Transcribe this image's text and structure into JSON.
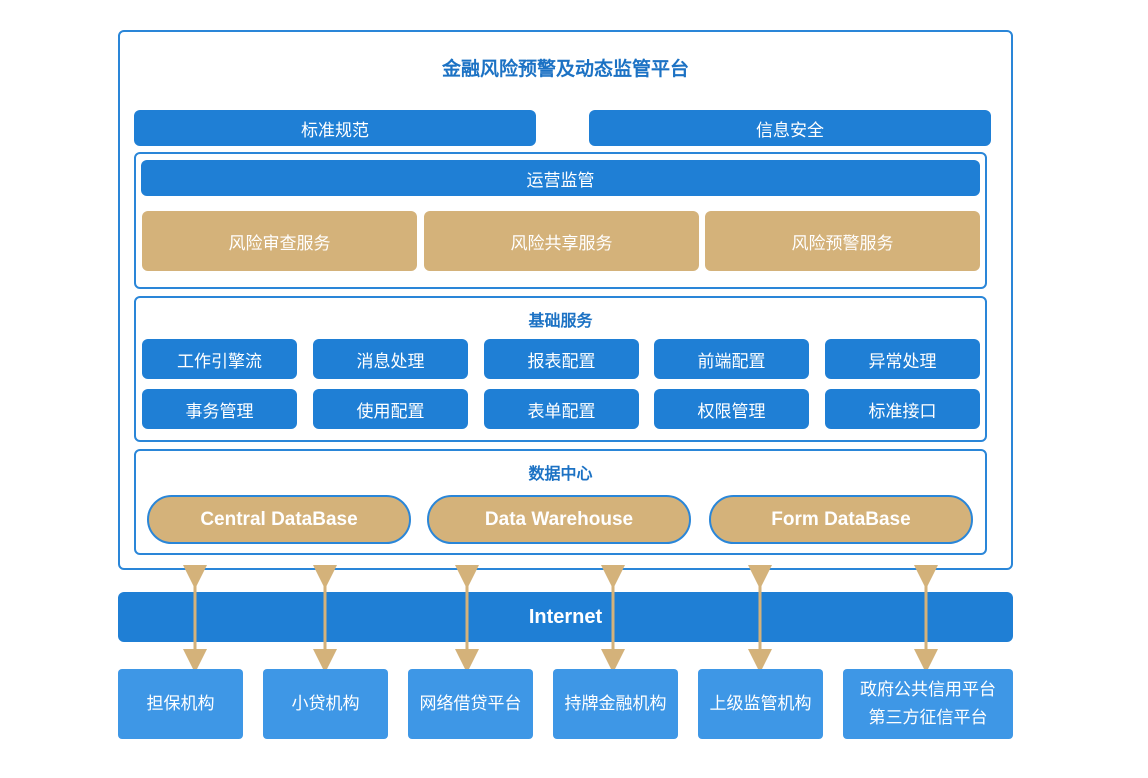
{
  "platform_title": "金融风险预警及动态监管平台",
  "top_bars": [
    "标准规范",
    "信息安全"
  ],
  "operations": {
    "title": "运营监管",
    "services": [
      "风险审查服务",
      "风险共享服务",
      "风险预警服务"
    ]
  },
  "basic_services": {
    "title": "基础服务",
    "items": [
      "工作引擎流",
      "消息处理",
      "报表配置",
      "前端配置",
      "异常处理",
      "事务管理",
      "使用配置",
      "表单配置",
      "权限管理",
      "标准接口"
    ]
  },
  "data_center": {
    "title": "数据中心",
    "databases": [
      "Central DataBase",
      "Data Warehouse",
      "Form DataBase"
    ]
  },
  "internet_label": "Internet",
  "institutions": [
    "担保机构",
    "小贷机构",
    "网络借贷平台",
    "持牌金融机构",
    "上级监管机构"
  ],
  "institution_last": [
    "政府公共信用平台",
    "第三方征信平台"
  ],
  "colors": {
    "blue": "#1f7fd5",
    "gold": "#d4b27a",
    "light_blue": "#3e97e6",
    "arrow": "#d4b27a"
  }
}
